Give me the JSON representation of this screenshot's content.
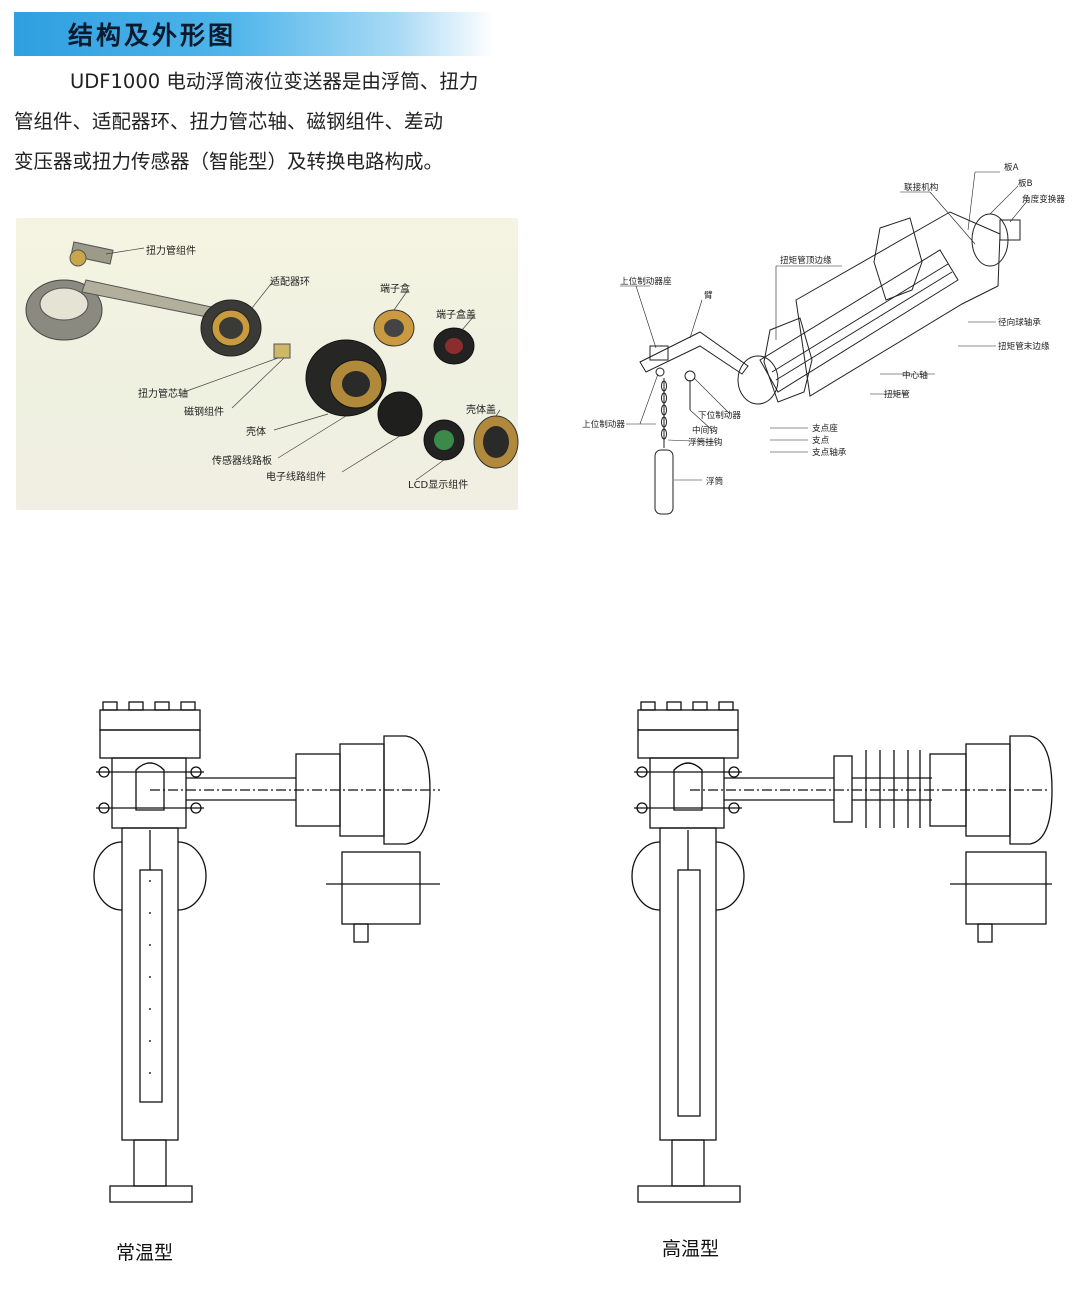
{
  "header": {
    "title": "结构及外形图",
    "banner_color": "#2f9fe0"
  },
  "intro": {
    "lines": [
      "UDF1000 电动浮筒液位变送器是由浮筒、扭力",
      "管组件、适配器环、扭力管芯轴、磁钢组件、差动",
      "变压器或扭力传感器（智能型）及转换电路构成。"
    ]
  },
  "exploded_view": {
    "labels": {
      "torque_tube_assembly": "扭力管组件",
      "adapter_ring": "适配器环",
      "terminal_box": "端子盒",
      "terminal_box_cover": "端子盒盖",
      "torque_tube_core_shaft": "扭力管芯轴",
      "magnet_assembly": "磁钢组件",
      "housing": "壳体",
      "housing_cover": "壳体盖",
      "sensor_circuit_board": "传感器线路板",
      "electronic_circuit_assembly": "电子线路组件",
      "lcd_display_assembly": "LCD显示组件"
    }
  },
  "mechanism_diagram": {
    "labels": {
      "plate_a": "板A",
      "plate_b": "板B",
      "linkage": "联接机构",
      "angle_converter": "角度变换器",
      "torque_tube_top_flange": "扭矩管顶边缘",
      "upper_stopper_seat": "上位制动器座",
      "arm": "臂",
      "radial_ball_bearing": "径向球轴承",
      "torque_tube_end_flange": "扭矩管末边缘",
      "center_shaft": "中心轴",
      "torque_tube": "扭矩管",
      "upper_stopper": "上位制动器",
      "lower_stopper": "下位制动器",
      "middle_hook": "中间钩",
      "float_hook": "浮筒挂钩",
      "pivot_seat": "支点座",
      "pivot": "支点",
      "pivot_bearing": "支点轴承",
      "float": "浮筒"
    }
  },
  "drawings": {
    "normal_temp_caption": "常温型",
    "high_temp_caption": "高温型"
  }
}
